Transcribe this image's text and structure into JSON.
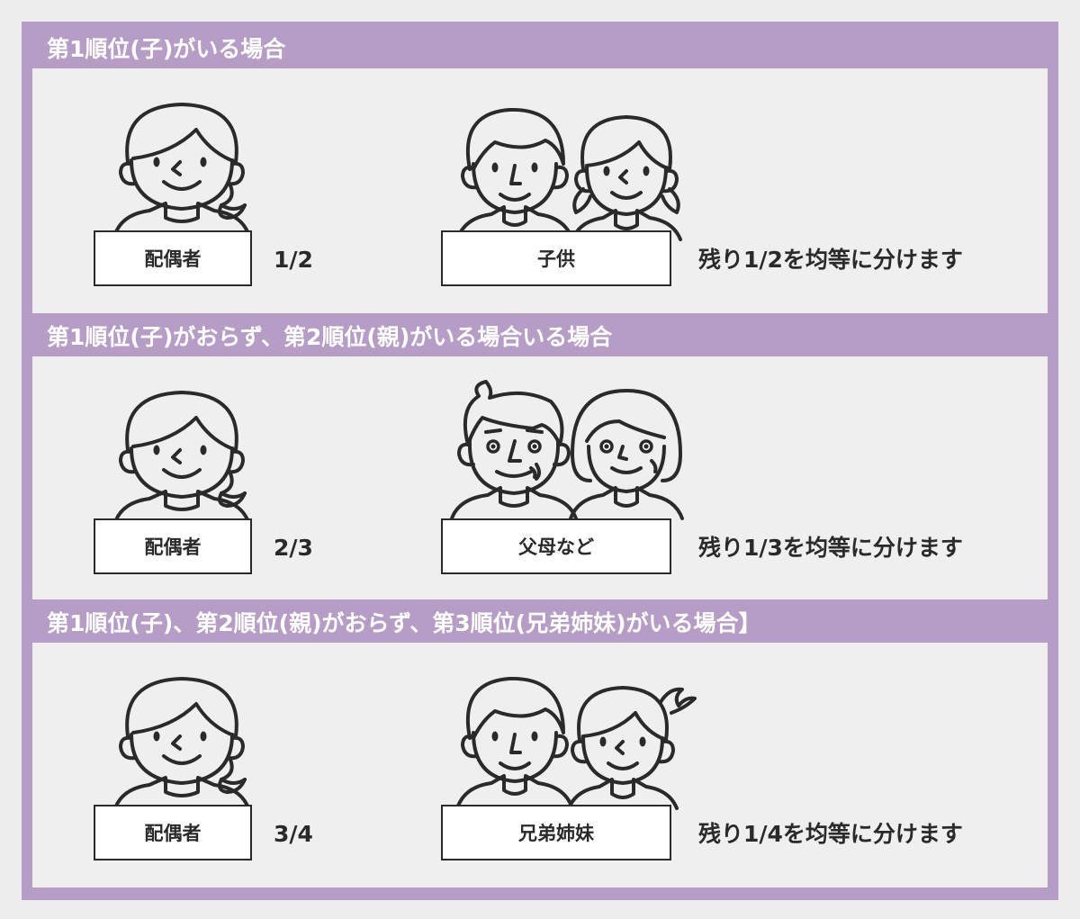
{
  "colors": {
    "frame": "#b59dc6",
    "panel": "#efefef",
    "ink": "#2a2a2a"
  },
  "sections": [
    {
      "title": "第1順位(子)がいる場合",
      "spouse_label": "配偶者",
      "spouse_share": "1/2",
      "heir_label": "子供",
      "note": "残り1/2を均等に分けます"
    },
    {
      "title": "第1順位(子)がおらず、第2順位(親)がいる場合いる場合",
      "spouse_label": "配偶者",
      "spouse_share": "2/3",
      "heir_label": "父母など",
      "note": "残り1/3を均等に分けます"
    },
    {
      "title": "第1順位(子)、第2順位(親)がおらず、第3順位(兄弟姉妹)がいる場合】",
      "spouse_label": "配偶者",
      "spouse_share": "3/4",
      "heir_label": "兄弟姉妹",
      "note": "残り1/4を均等に分けます"
    }
  ],
  "icons": {
    "spouse": "woman-icon",
    "children": [
      "boy-icon",
      "girl-icon"
    ],
    "parents": [
      "father-icon",
      "mother-icon"
    ],
    "siblings": [
      "brother-icon",
      "sister-icon"
    ]
  }
}
